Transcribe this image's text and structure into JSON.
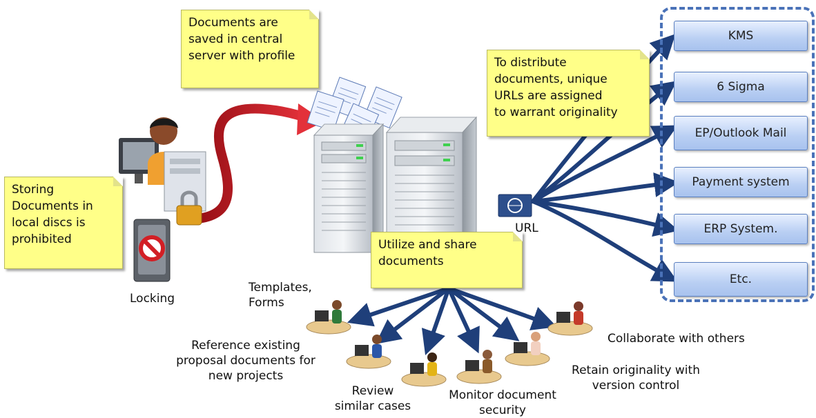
{
  "notes": {
    "central_server": "Documents are\nsaved in central\nserver with profile",
    "distribute": "To distribute\ndocuments, unique\nURLs are assigned\nto warrant originality",
    "local_discs": "Storing\nDocuments in\nlocal discs is\nprohibited",
    "utilize": "Utilize and share\ndocuments"
  },
  "systems": [
    "KMS",
    "6 Sigma",
    "EP/Outlook Mail",
    "Payment system",
    "ERP System.",
    "Etc."
  ],
  "labels": {
    "url": "URL",
    "locking": "Locking",
    "templates": "Templates,\nForms",
    "reference": "Reference existing\nproposal documents for\nnew projects",
    "review": "Review\nsimilar cases",
    "monitor": "Monitor document\nsecurity",
    "retain": "Retain originality with\nversion control",
    "collaborate": "Collaborate with others"
  },
  "colors": {
    "arrow_blue": "#1f3f7a",
    "arrow_red": "#c8141e",
    "note_yellow": "#ffff88",
    "system_box": "#b9cff3",
    "dash_border": "#4a72b8"
  }
}
